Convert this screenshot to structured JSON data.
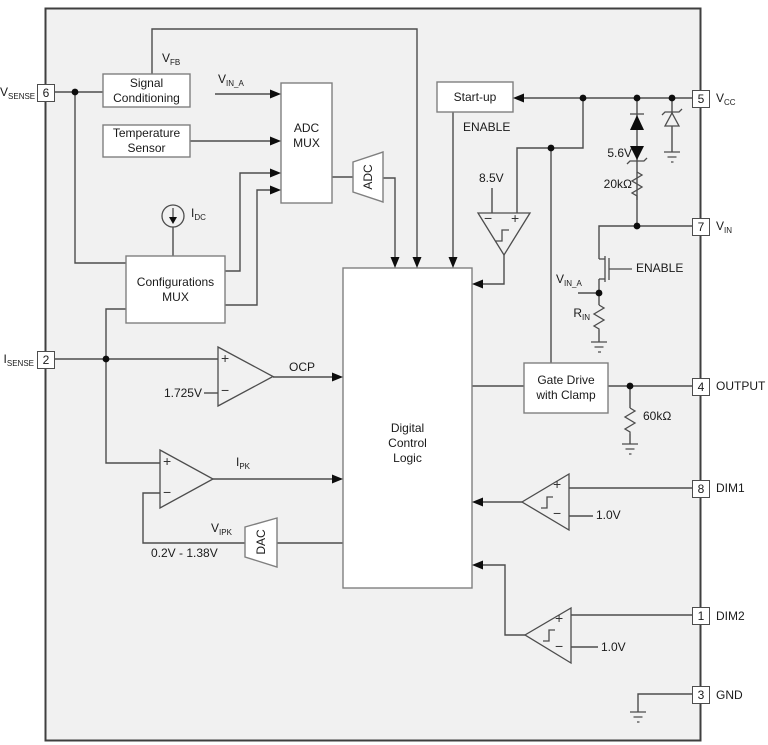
{
  "pins": {
    "vsense": {
      "number": "6",
      "name": "V",
      "sub": "SENSE"
    },
    "isense": {
      "number": "2",
      "name": "I",
      "sub": "SENSE"
    },
    "vcc": {
      "number": "5",
      "name": "V",
      "sub": "CC"
    },
    "vin": {
      "number": "7",
      "name": "V",
      "sub": "IN"
    },
    "output": {
      "number": "4",
      "label": "OUTPUT"
    },
    "dim1": {
      "number": "8",
      "label": "DIM1"
    },
    "dim2": {
      "number": "1",
      "label": "DIM2"
    },
    "gnd": {
      "number": "3",
      "label": "GND"
    }
  },
  "blocks": {
    "signal_conditioning": {
      "line1": "Signal",
      "line2": "Conditioning"
    },
    "temperature_sensor": {
      "line1": "Temperature",
      "line2": "Sensor"
    },
    "adc_mux": {
      "line1": "ADC",
      "line2": "MUX"
    },
    "configurations_mux": {
      "line1": "Configurations",
      "line2": "MUX"
    },
    "digital_control_logic": {
      "line1": "Digital",
      "line2": "Control",
      "line3": "Logic"
    },
    "gate_drive": {
      "line1": "Gate Drive",
      "line2": "with Clamp"
    },
    "startup": {
      "label": "Start-up"
    },
    "adc": {
      "label": "ADC"
    },
    "dac": {
      "label": "DAC"
    }
  },
  "labels": {
    "vfb": {
      "name": "V",
      "sub": "FB"
    },
    "vina_top": {
      "name": "V",
      "sub": "IN_A"
    },
    "idc": {
      "name": "I",
      "sub": "DC"
    },
    "enable_startup": "ENABLE",
    "comp_85v_ref": "8.5V",
    "zener_ref": "5.6V",
    "r_20k": "20kΩ",
    "enable_gate": "ENABLE",
    "vina_right": {
      "name": "V",
      "sub": "IN_A"
    },
    "r_in": {
      "name": "R",
      "sub": "IN"
    },
    "ocp": "OCP",
    "ocp_ref": "1.725V",
    "ipk": {
      "name": "I",
      "sub": "PK"
    },
    "vipk": {
      "name": "V",
      "sub": "IPK"
    },
    "dac_range": "0.2V - 1.38V",
    "r_60k": "60kΩ",
    "dim1_ref": "1.0V",
    "dim2_ref": "1.0V"
  },
  "symbols": {
    "plus": "+",
    "minus": "−"
  },
  "colors": {
    "wire": "#4d4d4d",
    "box_border": "#7f7f7f",
    "chip_background": "#f1f1f1",
    "text": "#1a1a1a"
  }
}
